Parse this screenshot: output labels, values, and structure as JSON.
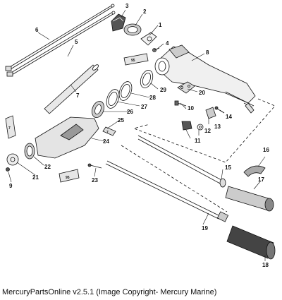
{
  "caption": "MercuryPartsOnline v2.5.1 (Image Copyright- Mercury Marine)",
  "callouts": [
    "1",
    "2",
    "3",
    "4",
    "5",
    "6",
    "7",
    "8",
    "9",
    "10",
    "11",
    "12",
    "13",
    "14",
    "15",
    "16",
    "17",
    "18",
    "19",
    "20",
    "21",
    "22",
    "23",
    "24",
    "25",
    "26",
    "27",
    "28",
    "29"
  ],
  "tube_labels": [
    "95",
    "7",
    "95",
    "7"
  ],
  "colors": {
    "line": "#111111",
    "shade": "#bdbdbd",
    "dark": "#555555",
    "background": "#ffffff"
  }
}
